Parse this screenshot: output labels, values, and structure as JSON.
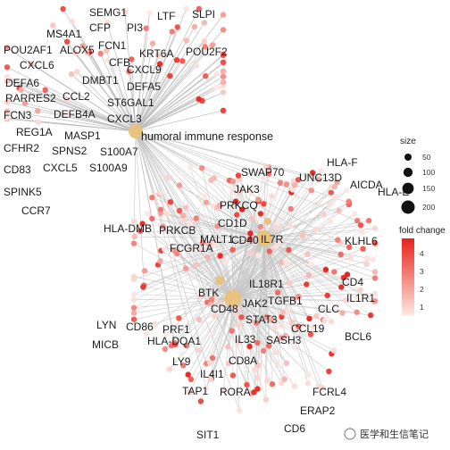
{
  "hub_terms": [
    {
      "id": "humoral",
      "label": "humoral immune response"
    },
    {
      "id": "cd40",
      "label": "CD40"
    },
    {
      "id": "cd48",
      "label": "CD48"
    },
    {
      "id": "btk",
      "label": "BTK"
    },
    {
      "id": "il7r",
      "label": "IL7R"
    }
  ],
  "gene_labels": [
    "SEMG1",
    "LTF",
    "SLPI",
    "MS4A1",
    "CFP",
    "PI3",
    "FCN1",
    "POU2AF1",
    "ALOX5",
    "KRT6A",
    "POU2F2",
    "CXCL6",
    "CFB",
    "CXCL9",
    "DEFA6",
    "DMBT1",
    "DEFA5",
    "RARRES2",
    "CCL2",
    "ST6GAL1",
    "FCN3",
    "DEFB4A",
    "CXCL3",
    "REG1A",
    "MASP1",
    "CFHR2",
    "SPNS2",
    "S100A7",
    "CD83",
    "CXCL5",
    "S100A9",
    "SPINK5",
    "CCR7",
    "SWAP70",
    "HLA-F",
    "UNC13D",
    "HLA-E",
    "AICDA",
    "JAK3",
    "PRKCQ",
    "CD1D",
    "MALT1",
    "HLA-DMB",
    "PRKCB",
    "FCGR1A",
    "KLHL6",
    "CD4",
    "IL18R1",
    "IL1R1",
    "JAK2",
    "TGFB1",
    "STAT3",
    "CLC",
    "LYN",
    "CD86",
    "PRF1",
    "CCL19",
    "SASH3",
    "BCL6",
    "MICB",
    "HLA-DQA1",
    "IL33",
    "LY9",
    "CD8A",
    "IL4I1",
    "TAP1",
    "RORA",
    "FCRL4",
    "ERAP2",
    "SIT1",
    "CD6"
  ],
  "legend": {
    "size_title": "size",
    "size_values": [
      "50",
      "100",
      "150",
      "200"
    ],
    "color_title": "fold change",
    "color_ticks": [
      "4",
      "3",
      "2",
      "1"
    ],
    "color_low": "#fde7e2",
    "color_high": "#e8231a"
  },
  "watermark": "医学和生信笔记"
}
